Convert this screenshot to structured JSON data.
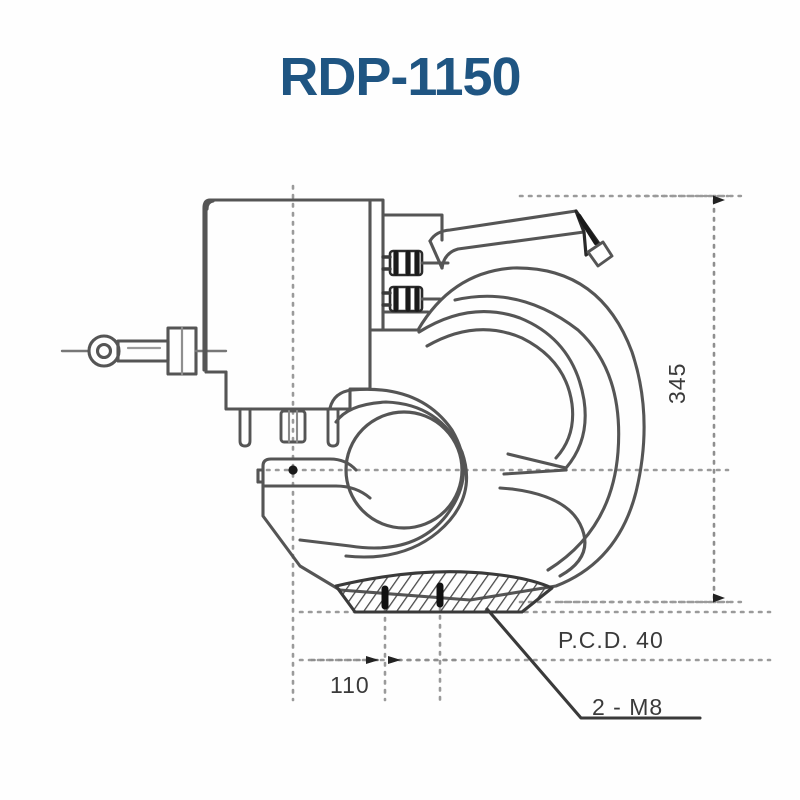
{
  "title": "RDP-1150",
  "drawing": {
    "type": "mechanical-technical-drawing",
    "subject": "hydraulic punch / press unit side elevation",
    "line_color": "#555555",
    "centerline_color": "#999999",
    "title_color": "#1f5582",
    "background_color": "#ffffff"
  },
  "dimensions": {
    "height_overall": "345",
    "width_to_center": "110",
    "pitch_circle": "P.C.D. 40",
    "thread_callout": "2 - M8"
  },
  "annotations": [
    {
      "name": "overall-height",
      "text": "345",
      "orientation": "vertical",
      "units": "mm"
    },
    {
      "name": "base-width",
      "text": "110",
      "orientation": "horizontal",
      "units": "mm"
    },
    {
      "name": "pitch-circle-diameter",
      "text": "P.C.D. 40",
      "orientation": "horizontal",
      "units": "mm"
    },
    {
      "name": "mounting-thread",
      "text": "2 - M8",
      "orientation": "horizontal",
      "units": ""
    }
  ]
}
